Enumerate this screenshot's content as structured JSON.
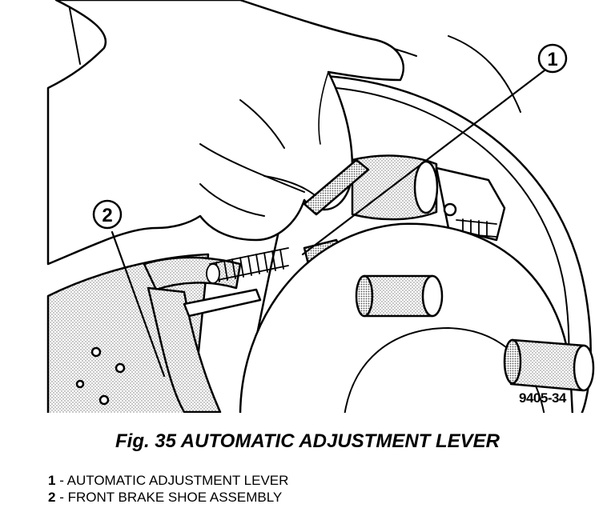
{
  "figure": {
    "caption": "Fig. 35 AUTOMATIC ADJUSTMENT LEVER",
    "image_code": "9405-34",
    "callouts": [
      {
        "number": "1"
      },
      {
        "number": "2"
      }
    ]
  },
  "legend": {
    "items": [
      {
        "number": "1",
        "separator": " - ",
        "label": "AUTOMATIC ADJUSTMENT LEVER"
      },
      {
        "number": "2",
        "separator": " - ",
        "label": "FRONT BRAKE SHOE ASSEMBLY"
      }
    ]
  }
}
